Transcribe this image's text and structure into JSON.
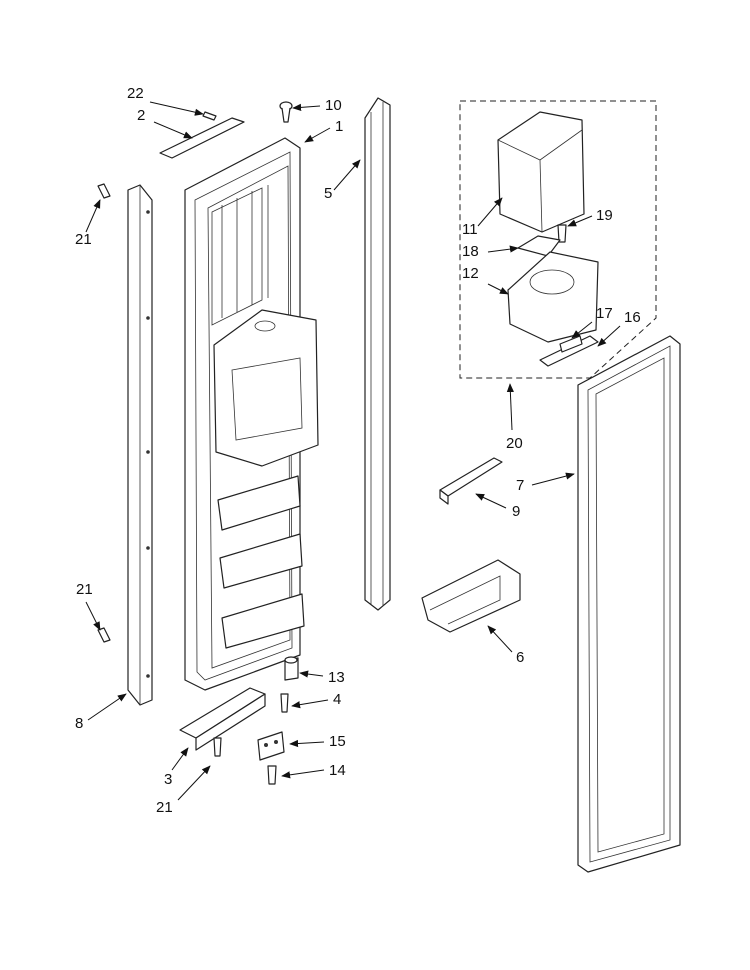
{
  "diagram": {
    "callouts": [
      {
        "id": "22",
        "text": "22"
      },
      {
        "id": "2",
        "text": "2"
      },
      {
        "id": "10",
        "text": "10"
      },
      {
        "id": "1",
        "text": "1"
      },
      {
        "id": "5",
        "text": "5"
      },
      {
        "id": "21a",
        "text": "21"
      },
      {
        "id": "11",
        "text": "11"
      },
      {
        "id": "19",
        "text": "19"
      },
      {
        "id": "18",
        "text": "18"
      },
      {
        "id": "12",
        "text": "12"
      },
      {
        "id": "17",
        "text": "17"
      },
      {
        "id": "16",
        "text": "16"
      },
      {
        "id": "20",
        "text": "20"
      },
      {
        "id": "7",
        "text": "7"
      },
      {
        "id": "9",
        "text": "9"
      },
      {
        "id": "21b",
        "text": "21"
      },
      {
        "id": "6",
        "text": "6"
      },
      {
        "id": "13",
        "text": "13"
      },
      {
        "id": "4",
        "text": "4"
      },
      {
        "id": "8",
        "text": "8"
      },
      {
        "id": "15",
        "text": "15"
      },
      {
        "id": "3",
        "text": "3"
      },
      {
        "id": "14",
        "text": "14"
      },
      {
        "id": "21c",
        "text": "21"
      }
    ]
  }
}
